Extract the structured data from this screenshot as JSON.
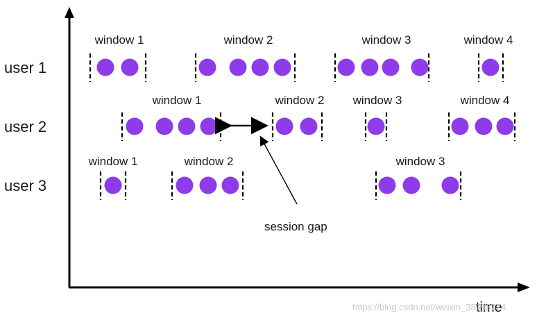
{
  "axis": {
    "x_label": "time"
  },
  "colors": {
    "event_dot": "#8e3bea",
    "axis": "#000000",
    "boundary": "#000000"
  },
  "rows": [
    {
      "user": "user 1",
      "windows": [
        {
          "label": "window 1",
          "events": 2
        },
        {
          "label": "window 2",
          "events": 4
        },
        {
          "label": "window 3",
          "events": 4
        },
        {
          "label": "window 4",
          "events": 1
        }
      ]
    },
    {
      "user": "user 2",
      "windows": [
        {
          "label": "window 1",
          "events": 4
        },
        {
          "label": "window 2",
          "events": 2
        },
        {
          "label": "window 3",
          "events": 1
        },
        {
          "label": "window 4",
          "events": 3
        }
      ]
    },
    {
      "user": "user 3",
      "windows": [
        {
          "label": "window 1",
          "events": 1
        },
        {
          "label": "window 2",
          "events": 3
        },
        {
          "label": "window 3",
          "events": 3
        }
      ]
    }
  ],
  "annotation": {
    "text": "session gap"
  },
  "watermark": "https://blog.csdn.net/weixin_38998774"
}
